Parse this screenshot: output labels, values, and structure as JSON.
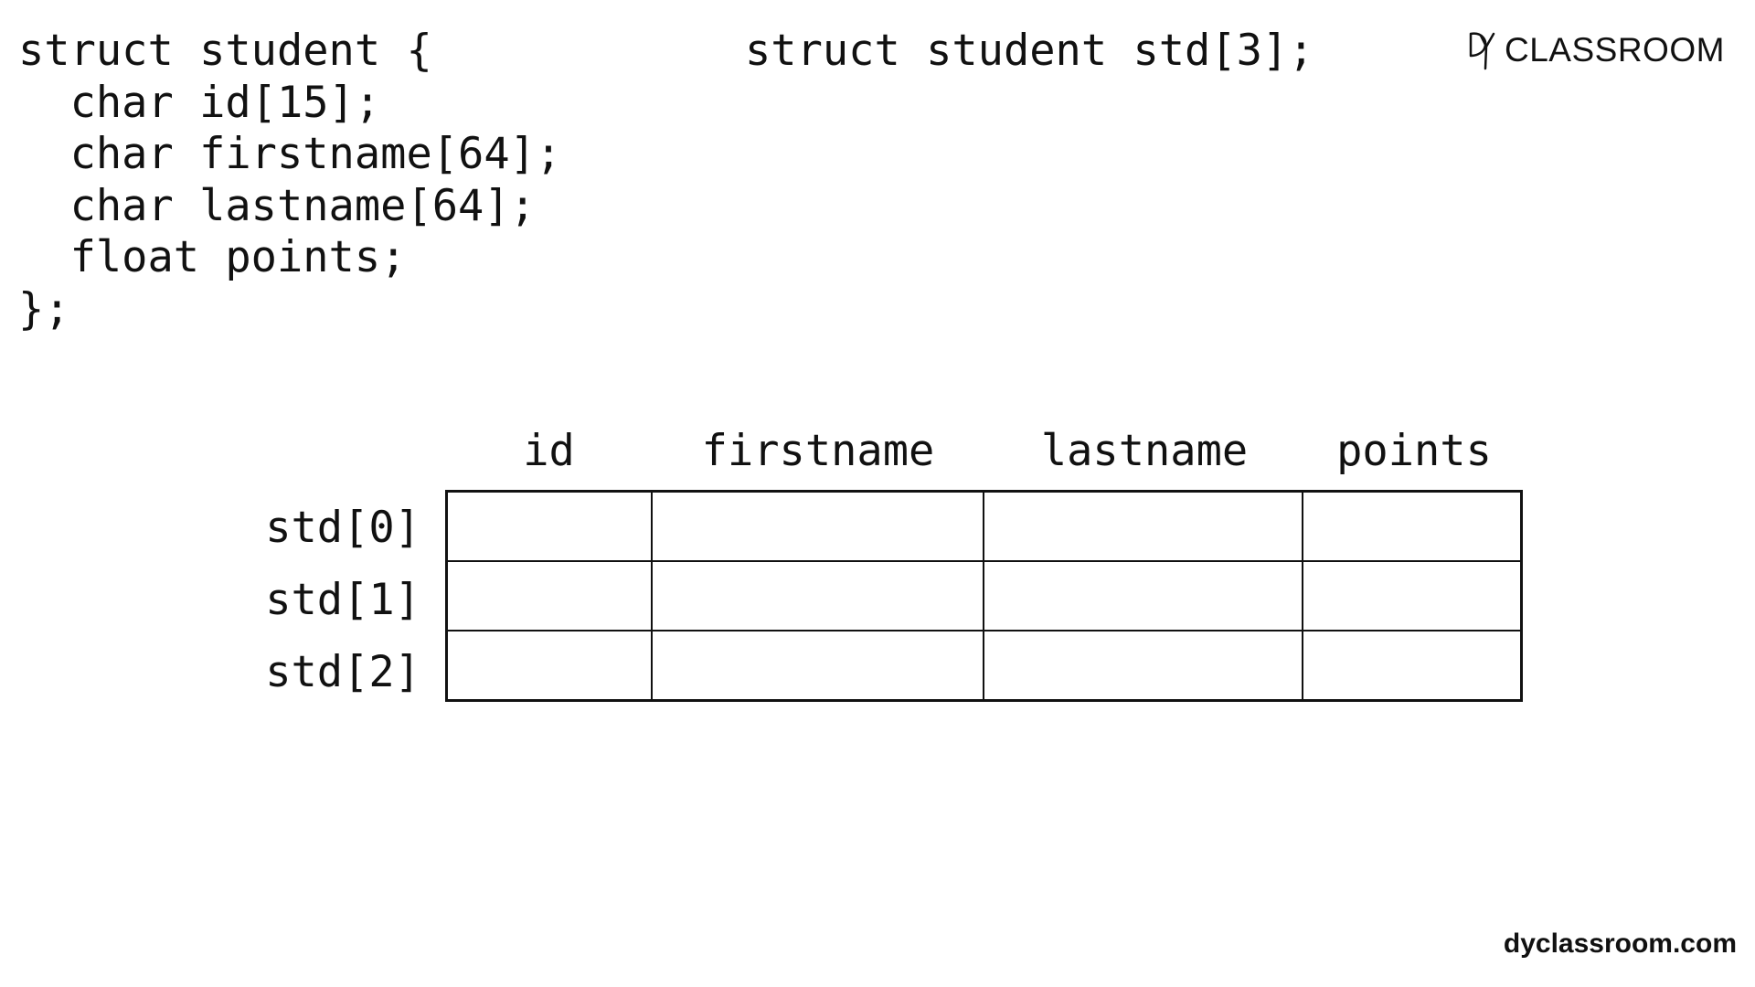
{
  "struct_definition": {
    "lines": [
      "struct student {",
      "  char id[15];",
      "  char firstname[64];",
      "  char lastname[64];",
      "  float points;",
      "};"
    ]
  },
  "array_declaration": "struct student std[3];",
  "logo": {
    "mark": "DY",
    "text": "CLASSROOM",
    "icon": "dy-monogram-icon"
  },
  "table": {
    "columns": [
      "id",
      "firstname",
      "lastname",
      "points"
    ],
    "rows": [
      "std[0]",
      "std[1]",
      "std[2]"
    ]
  },
  "footer": {
    "website": "dyclassroom.com"
  }
}
